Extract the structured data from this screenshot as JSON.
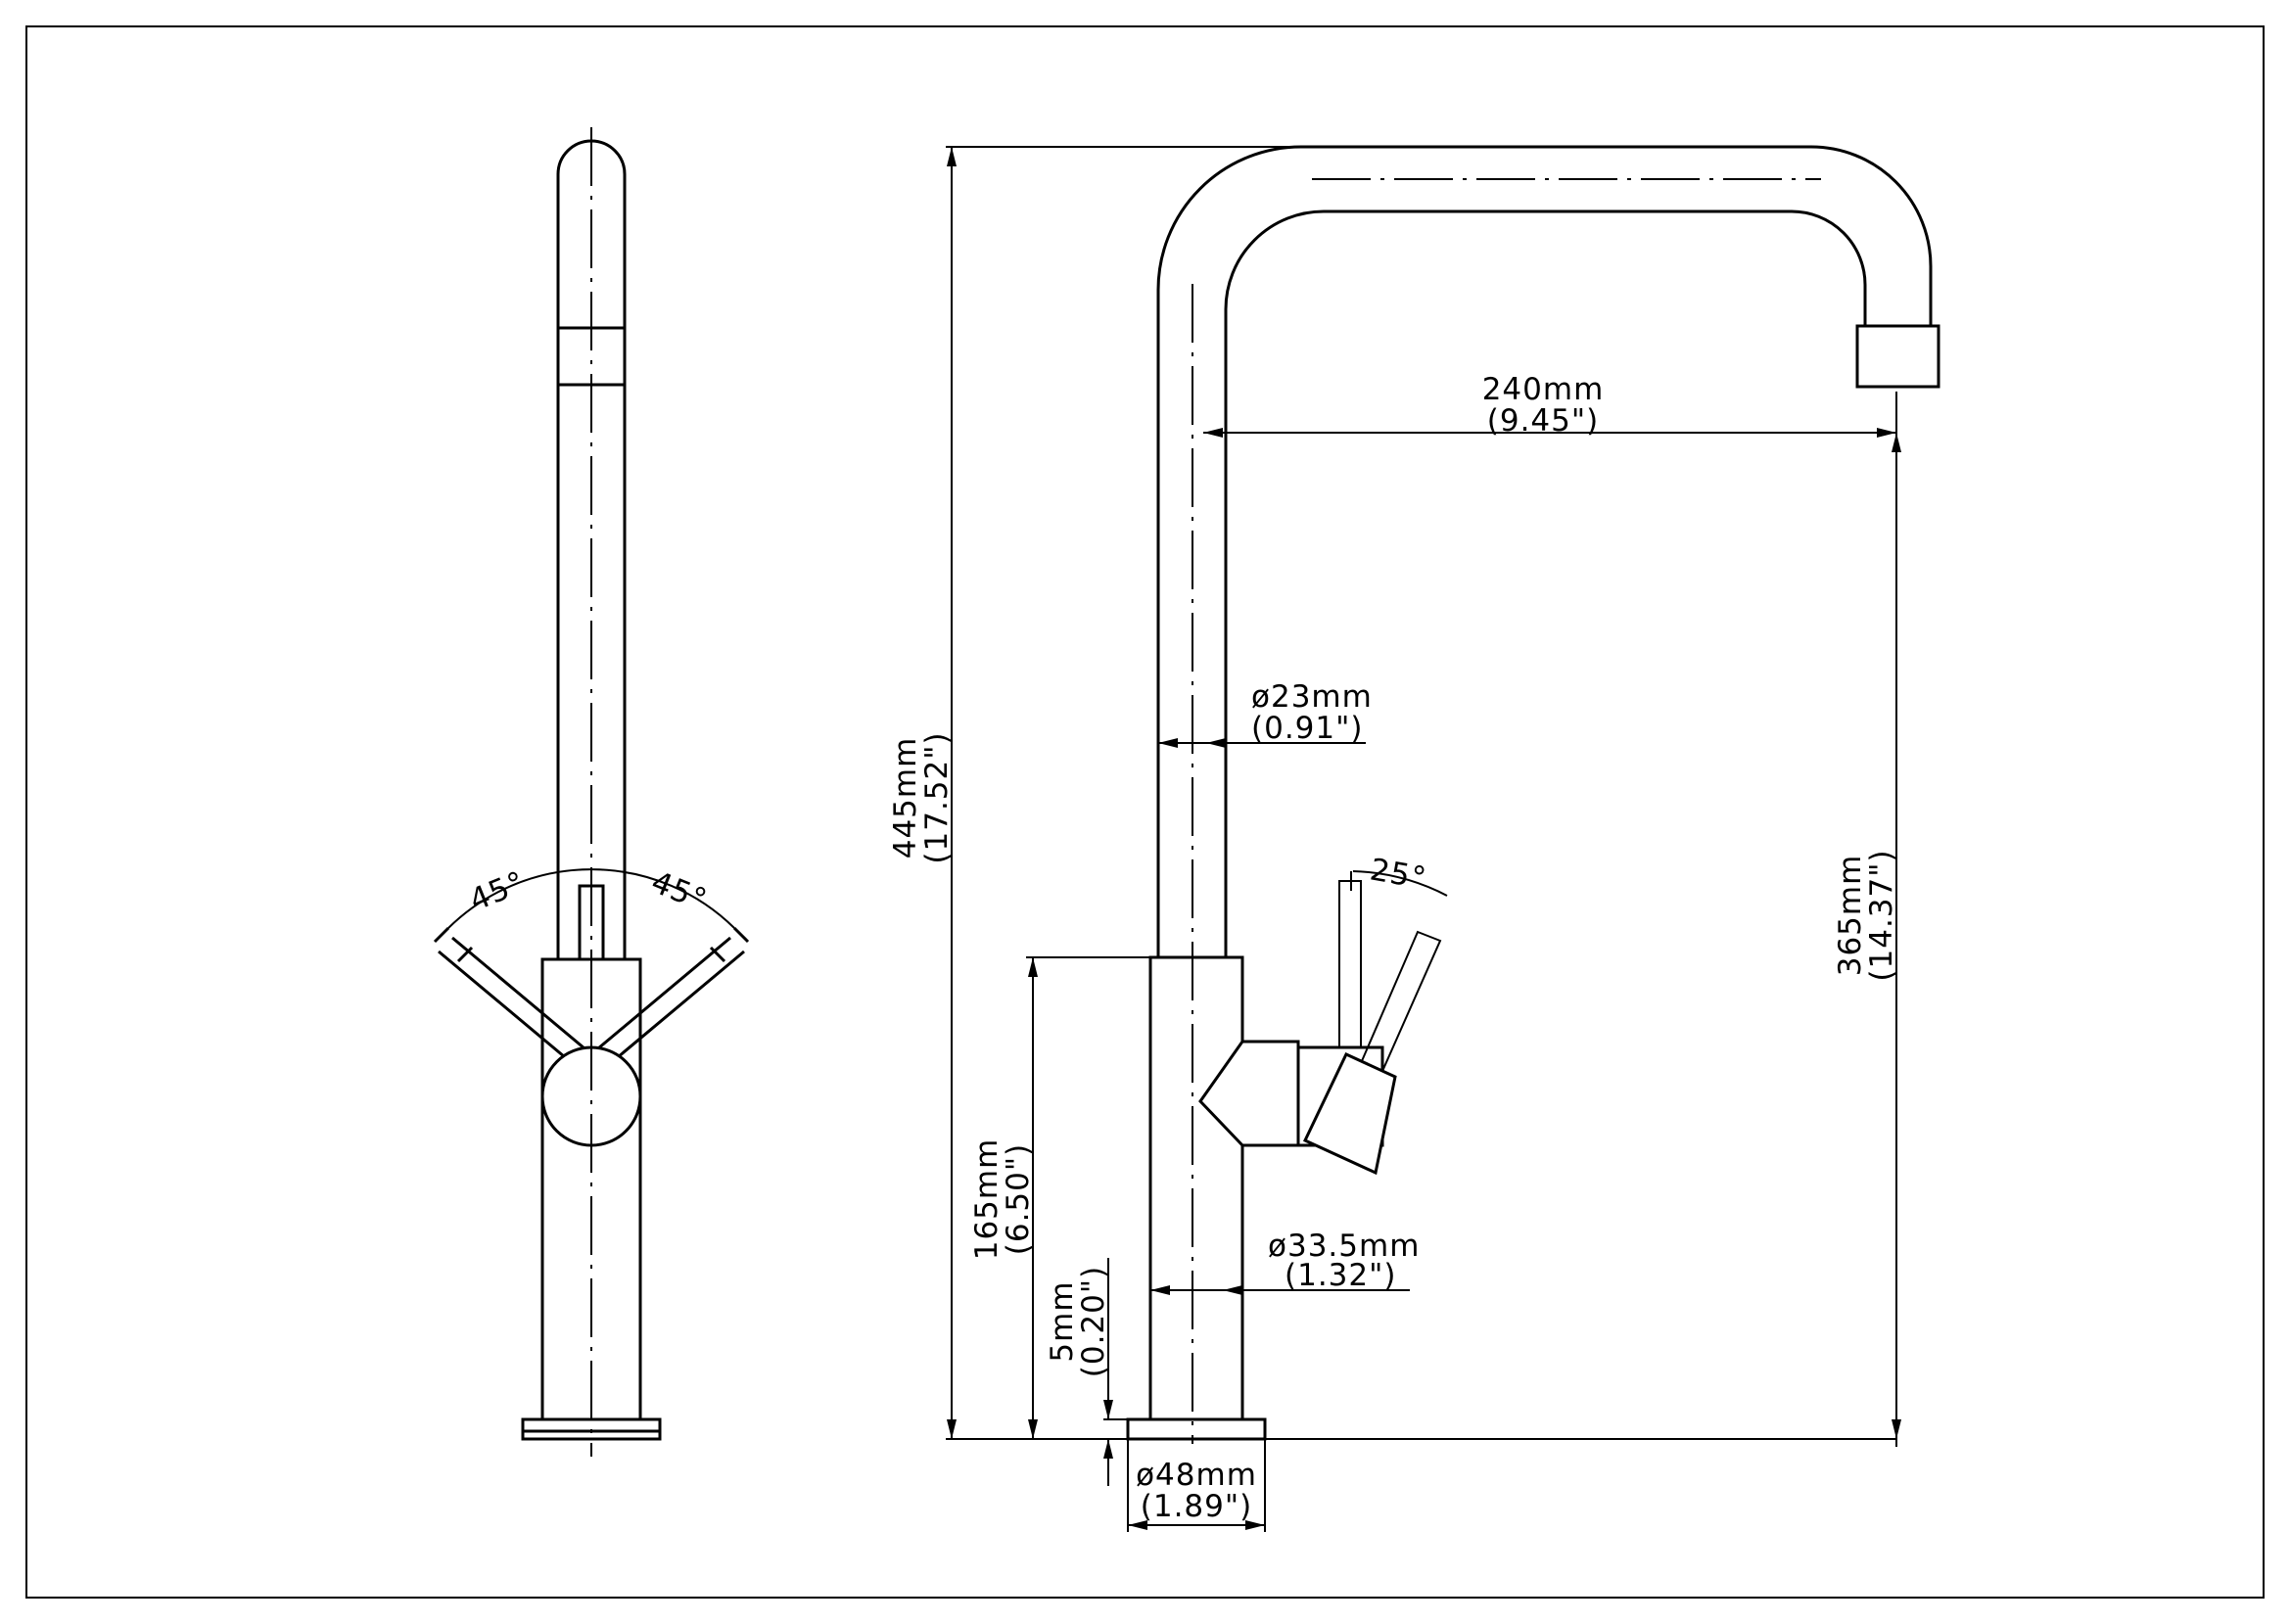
{
  "drawing": {
    "front_view": {
      "angle_left": "45°",
      "angle_right": "45°"
    },
    "side_view": {
      "reach": {
        "metric": "240mm",
        "imperial": "(9.45\")"
      },
      "overall_height": {
        "metric": "445mm",
        "imperial": "(17.52\")"
      },
      "spout_height": {
        "metric": "365mm",
        "imperial": "(14.37\")"
      },
      "spout_diameter": {
        "metric": "ø23mm",
        "imperial": "(0.91\")"
      },
      "lever_angle": "25°",
      "body_height": {
        "metric": "165mm",
        "imperial": "(6.50\")"
      },
      "body_diameter": {
        "metric": "ø33.5mm",
        "imperial": "(1.32\")"
      },
      "base_thickness": {
        "metric": "5mm",
        "imperial": "(0.20\")"
      },
      "base_diameter": {
        "metric": "ø48mm",
        "imperial": "(1.89\")"
      }
    }
  }
}
